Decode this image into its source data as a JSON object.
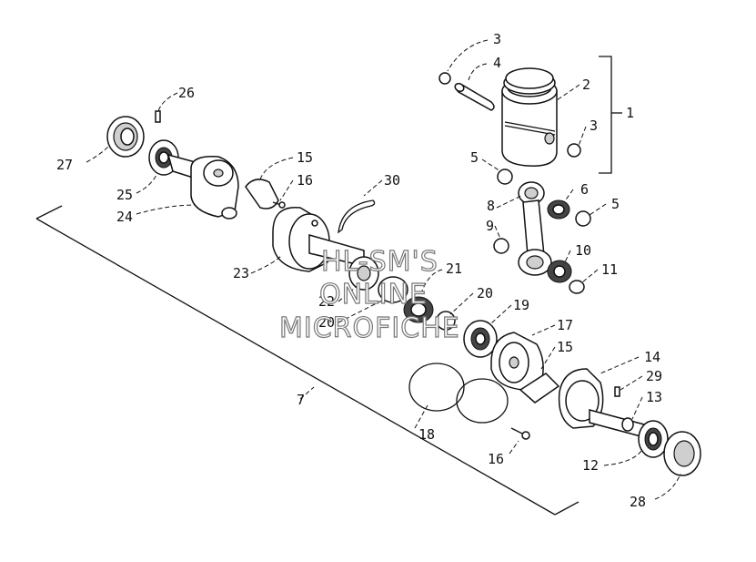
{
  "watermark": {
    "line1": "HL-SM'S",
    "line2": "ONLINE",
    "line3": "MICROFICHE"
  },
  "callouts": [
    {
      "id": "1",
      "label": "1"
    },
    {
      "id": "2",
      "label": "2"
    },
    {
      "id": "3a",
      "label": "3"
    },
    {
      "id": "3b",
      "label": "3"
    },
    {
      "id": "4",
      "label": "4"
    },
    {
      "id": "5a",
      "label": "5"
    },
    {
      "id": "5b",
      "label": "5"
    },
    {
      "id": "6",
      "label": "6"
    },
    {
      "id": "7",
      "label": "7"
    },
    {
      "id": "8",
      "label": "8"
    },
    {
      "id": "9",
      "label": "9"
    },
    {
      "id": "10",
      "label": "10"
    },
    {
      "id": "11",
      "label": "11"
    },
    {
      "id": "12",
      "label": "12"
    },
    {
      "id": "13",
      "label": "13"
    },
    {
      "id": "14",
      "label": "14"
    },
    {
      "id": "15a",
      "label": "15"
    },
    {
      "id": "15b",
      "label": "15"
    },
    {
      "id": "16a",
      "label": "16"
    },
    {
      "id": "16b",
      "label": "16"
    },
    {
      "id": "17",
      "label": "17"
    },
    {
      "id": "18",
      "label": "18"
    },
    {
      "id": "19",
      "label": "19"
    },
    {
      "id": "20a",
      "label": "20"
    },
    {
      "id": "20b",
      "label": "20"
    },
    {
      "id": "21",
      "label": "21"
    },
    {
      "id": "22",
      "label": "22"
    },
    {
      "id": "23",
      "label": "23"
    },
    {
      "id": "24",
      "label": "24"
    },
    {
      "id": "25",
      "label": "25"
    },
    {
      "id": "26",
      "label": "26"
    },
    {
      "id": "27",
      "label": "27"
    },
    {
      "id": "28",
      "label": "28"
    },
    {
      "id": "29",
      "label": "29"
    },
    {
      "id": "30",
      "label": "30"
    }
  ]
}
